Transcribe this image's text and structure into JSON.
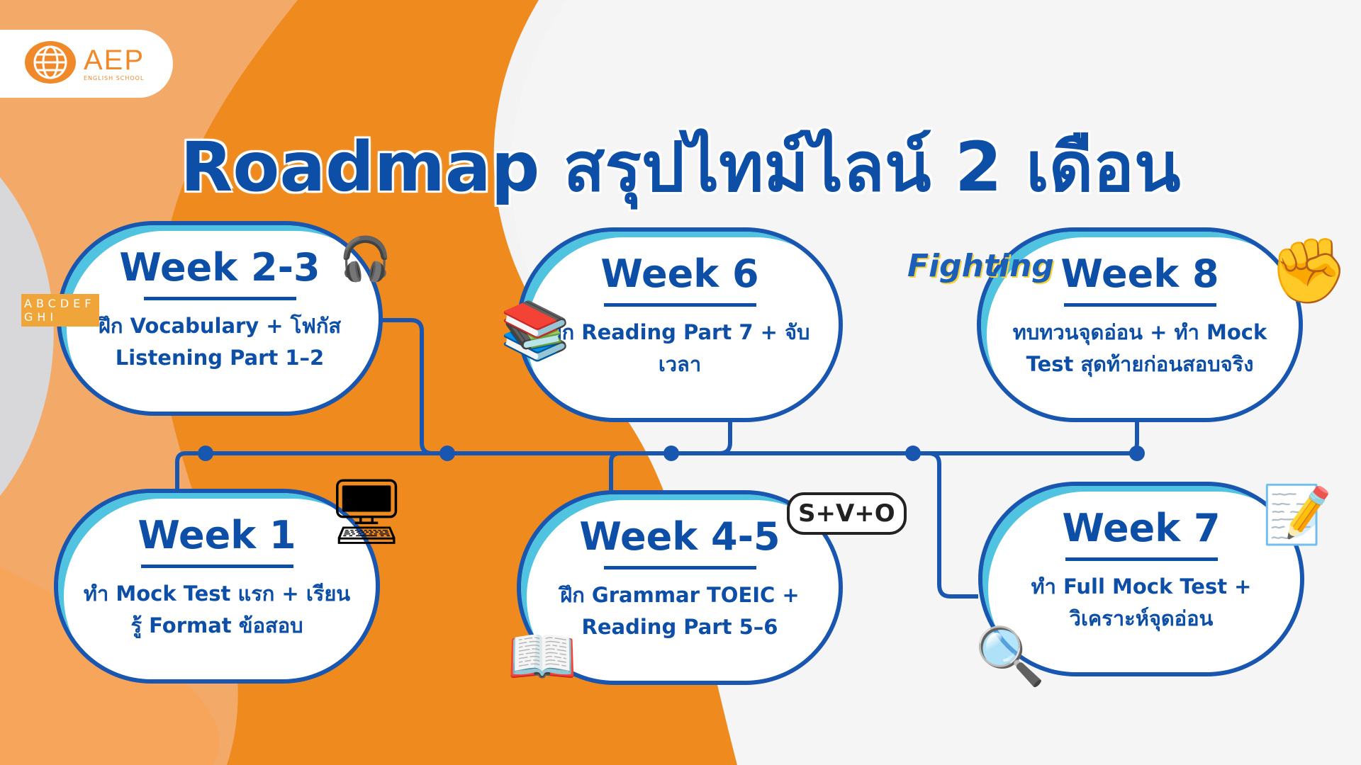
{
  "logo": {
    "name": "AEP",
    "subtitle": "ENGLISH SCHOOL"
  },
  "title": "Roadmap สรุปไทม์ไลน์ 2 เดือน",
  "colors": {
    "primary": "#0d4ea6",
    "accent": "#4fc3e0",
    "orange": "#ee8a1e"
  },
  "weeks": [
    {
      "label": "Week 2-3",
      "desc": "ฝึก Vocabulary + โฟกัส Listening Part 1–2"
    },
    {
      "label": "Week 6",
      "desc": "ฝึก Reading Part 7 + จับเวลา"
    },
    {
      "label": "Week 8",
      "desc": "ทบทวนจุดอ่อน + ทำ Mock Test สุดท้ายก่อนสอบจริง"
    },
    {
      "label": "Week 1",
      "desc": "ทำ Mock Test แรก + เรียนรู้ Format ข้อสอบ"
    },
    {
      "label": "Week 4-5",
      "desc": "ฝึก Grammar TOEIC + Reading Part 5–6"
    },
    {
      "label": "Week 7",
      "desc": "ทำ Full Mock Test + วิเคราะห์จุดอ่อน"
    }
  ],
  "stickers": {
    "fighting": "Fighting",
    "svo": "S+V+O",
    "letters": "ABCDEFGHI"
  }
}
